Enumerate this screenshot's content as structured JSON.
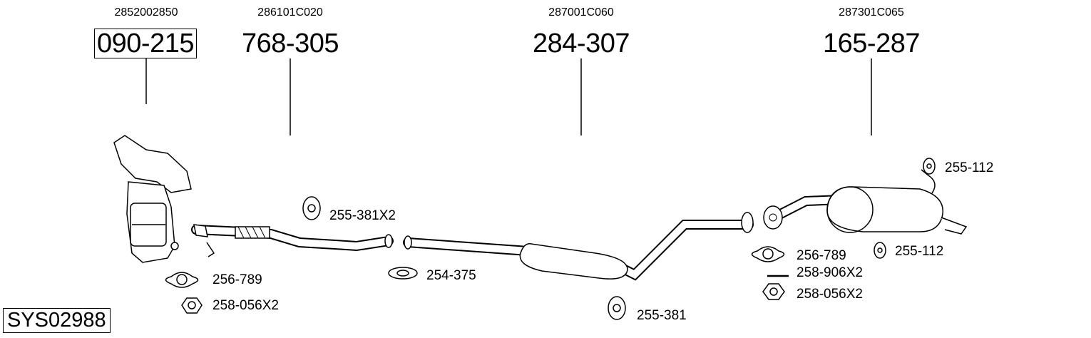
{
  "assemblies": [
    {
      "oem": "2852002850",
      "part": "090-215",
      "boxed": true
    },
    {
      "oem": "286101C020",
      "part": "768-305",
      "boxed": false
    },
    {
      "oem": "287001C060",
      "part": "284-307",
      "boxed": false
    },
    {
      "oem": "287301C065",
      "part": "165-287",
      "boxed": false
    }
  ],
  "accessories": {
    "hanger_1": "255-381X2",
    "gasket_1": "256-789",
    "nut_1": "258-056X2",
    "clamp": "254-375",
    "hanger_2": "255-381",
    "gasket_2": "256-789",
    "bolt": "258-906X2",
    "nut_2": "258-056X2",
    "rubber_1": "255-112",
    "rubber_2": "255-112"
  },
  "system_code": "SYS02988"
}
